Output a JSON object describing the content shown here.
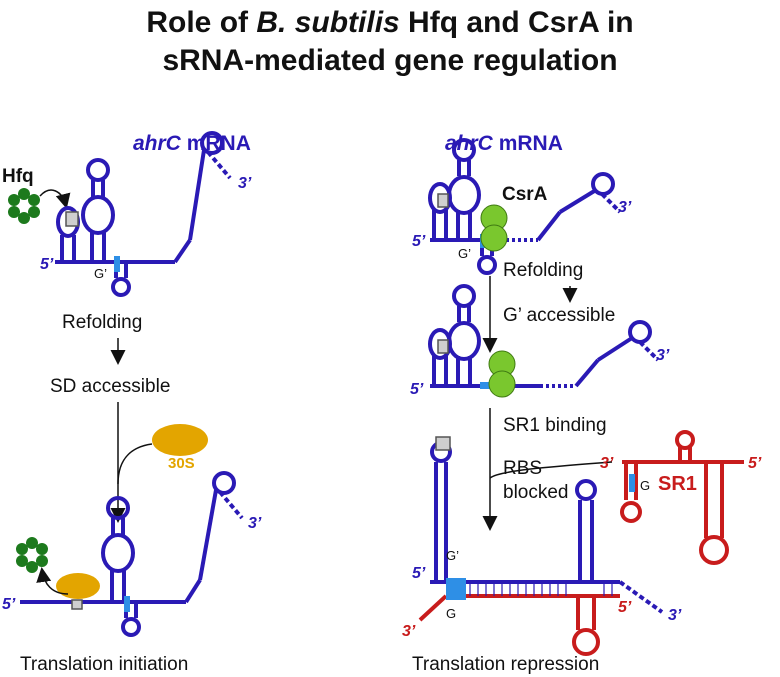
{
  "title": {
    "line1_a": "Role of ",
    "line1_b": "B. subtilis",
    "line1_c": " Hfq and CsrA in",
    "line2": "sRNA-mediated gene regulation"
  },
  "colors": {
    "mrna": "#2a1ab5",
    "srna": "#c81c1c",
    "sd_highlight": "#2e8fe6",
    "hfq": "#1d7a1d",
    "csra": "#7ac72e",
    "ribosome": "#e3a500"
  },
  "left": {
    "mrna_italic": "ahrC",
    "mrna_rest": " mRNA",
    "hfq_label": "Hfq",
    "five_prime": "5’",
    "three_prime": "3’",
    "g_prime": "G’",
    "step1": "Refolding",
    "step2": "SD accessible",
    "ribosome_label": "30S",
    "caption": "Translation initiation"
  },
  "right": {
    "mrna_italic": "ahrC",
    "mrna_rest": " mRNA",
    "csra_label": "CsrA",
    "five_prime": "5’",
    "three_prime": "3’",
    "g_prime": "G’",
    "step1": "Refolding",
    "step2": "G’ accessible",
    "step3": "SR1 binding",
    "step4a": "RBS",
    "step4b": "blocked",
    "sr1_label": "SR1",
    "sr1_g": "G",
    "sr1_three": "3’",
    "sr1_five": "5’",
    "duplex_g": "G",
    "caption": "Translation repression"
  }
}
